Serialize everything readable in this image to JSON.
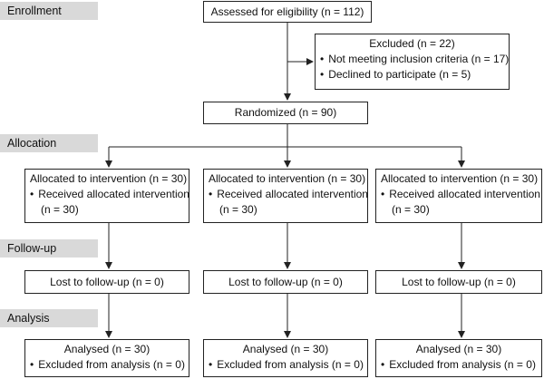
{
  "phases": {
    "enrollment": "Enrollment",
    "allocation": "Allocation",
    "followup": "Follow-up",
    "analysis": "Analysis"
  },
  "assessed": "Assessed for eligibility (n = 112)",
  "excluded": {
    "title": "Excluded (n = 22)",
    "reasons": [
      "Not meeting inclusion criteria (n = 17)",
      "Declined to participate (n = 5)"
    ]
  },
  "randomized": "Randomized (n = 90)",
  "arms": [
    {
      "allocated": "Allocated to intervention (n = 30)",
      "received": "Received allocated intervention",
      "received_n": "(n = 30)",
      "lost": "Lost to follow-up (n = 0)",
      "analysed": "Analysed (n = 30)",
      "excluded_analysis": "Excluded from analysis (n = 0)"
    },
    {
      "allocated": "Allocated to intervention (n = 30)",
      "received": "Received allocated intervention",
      "received_n": "(n = 30)",
      "lost": "Lost to follow-up (n = 0)",
      "analysed": "Analysed (n = 30)",
      "excluded_analysis": "Excluded from analysis (n = 0)"
    },
    {
      "allocated": "Allocated to intervention (n = 30)",
      "received": "Received allocated intervention",
      "received_n": "(n = 30)",
      "lost": "Lost to follow-up (n = 0)",
      "analysed": "Analysed (n = 30)",
      "excluded_analysis": "Excluded from analysis (n = 0)"
    }
  ]
}
